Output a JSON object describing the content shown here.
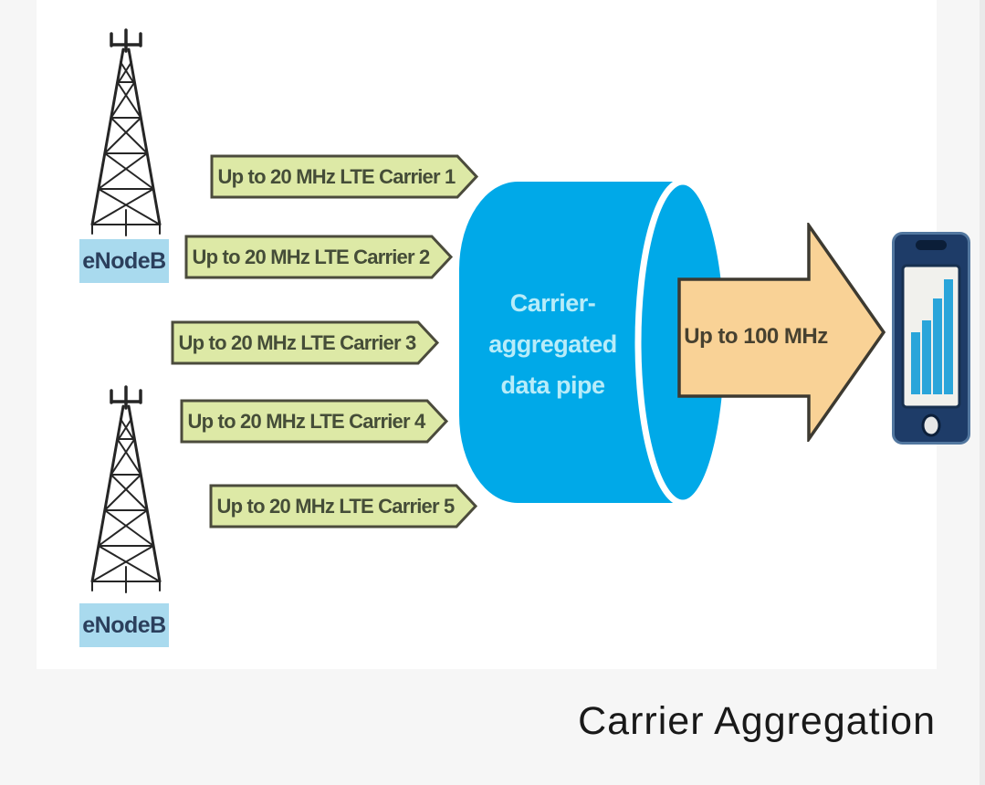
{
  "caption": "Carrier Aggregation",
  "diagram": {
    "towers": [
      {
        "label": "eNodeB"
      },
      {
        "label": "eNodeB"
      }
    ],
    "carriers": [
      {
        "label": "Up to 20 MHz LTE Carrier 1"
      },
      {
        "label": "Up to 20 MHz LTE Carrier 2"
      },
      {
        "label": "Up to 20 MHz LTE Carrier 3"
      },
      {
        "label": "Up to 20 MHz LTE Carrier 4"
      },
      {
        "label": "Up to 20 MHz LTE Carrier 5"
      }
    ],
    "pipe": {
      "lines": [
        "Carrier-",
        "aggregated",
        "data pipe"
      ]
    },
    "output": {
      "label": "Up to 100 MHz"
    },
    "device": {
      "type": "smartphone",
      "signal_bars": 4
    }
  },
  "colors": {
    "page_bg": "#f6f6f6",
    "panel_bg": "#ffffff",
    "carrier_fill": "#dde9a6",
    "carrier_border": "#4b4b3c",
    "carrier_text": "#454d38",
    "pipe_fill": "#00a9e8",
    "pipe_text": "#b8ecf9",
    "arrow_fill": "#f9d296",
    "arrow_border": "#3d3a31",
    "arrow_text": "#474130",
    "enodeb_fill": "#a9daee",
    "enodeb_text": "#2b3f5c",
    "phone_body": "#1e3c68",
    "phone_bars": "#2aa5da"
  }
}
